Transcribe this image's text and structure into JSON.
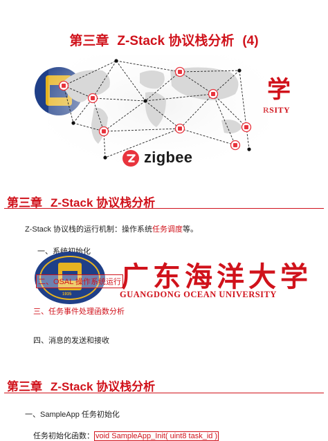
{
  "slide1": {
    "title_prefix": "第三章",
    "title_main": "Z-Stack 协议栈分析",
    "title_suffix": "(4)",
    "logo_cn_fragment": "学",
    "logo_en_fragment": "RSITY",
    "zigbee_logo": "zigbee"
  },
  "slide2": {
    "heading_prefix": "第三章",
    "heading_main": "Z-Stack 协议栈分析",
    "body_line1_a": "Z-Stack 协议栈的运行机制：操作系统",
    "body_line1_b": "任务调度",
    "body_line1_c": "等。",
    "body_line2": "一、系统初始化",
    "overlay_text": "二、OSAL 操作系统运行",
    "red_line": "三、任务事件处理函数分析",
    "body_line4": "四、消息的发送和接收",
    "logo": {
      "cn_name": "广东海洋大学",
      "en_name": "GUANGDONG OCEAN UNIVERSITY",
      "seal_year": "1935"
    }
  },
  "slide3": {
    "heading_prefix": "第三章",
    "heading_main": "Z-Stack 协议栈分析",
    "body_line1": "一、SampleApp 任务初始化",
    "body_line2_a": "任务初始化函数：",
    "body_line2_b": "void SampleApp_Init( uint8 task_id )"
  },
  "colors": {
    "accent_red": "#d0121b",
    "zigbee_red": "#e8343d",
    "seal_blue": "#1f3f88",
    "seal_gold": "#e6b320"
  }
}
